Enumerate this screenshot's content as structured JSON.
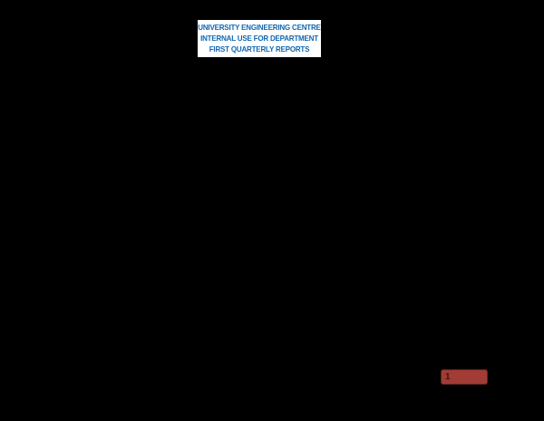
{
  "page": {
    "background": "#000000",
    "title_box": {
      "background": "#ffffff",
      "text_color": "#1268b3",
      "lines": [
        "UNIVERSITY ENGINEERING CENTRE",
        "INTERNAL USE FOR DEPARTMENT",
        "FIRST QUARTERLY REPORTS"
      ]
    },
    "page_badge": {
      "label": "1",
      "background": "#a23c35",
      "text_color": "#41120e"
    }
  }
}
